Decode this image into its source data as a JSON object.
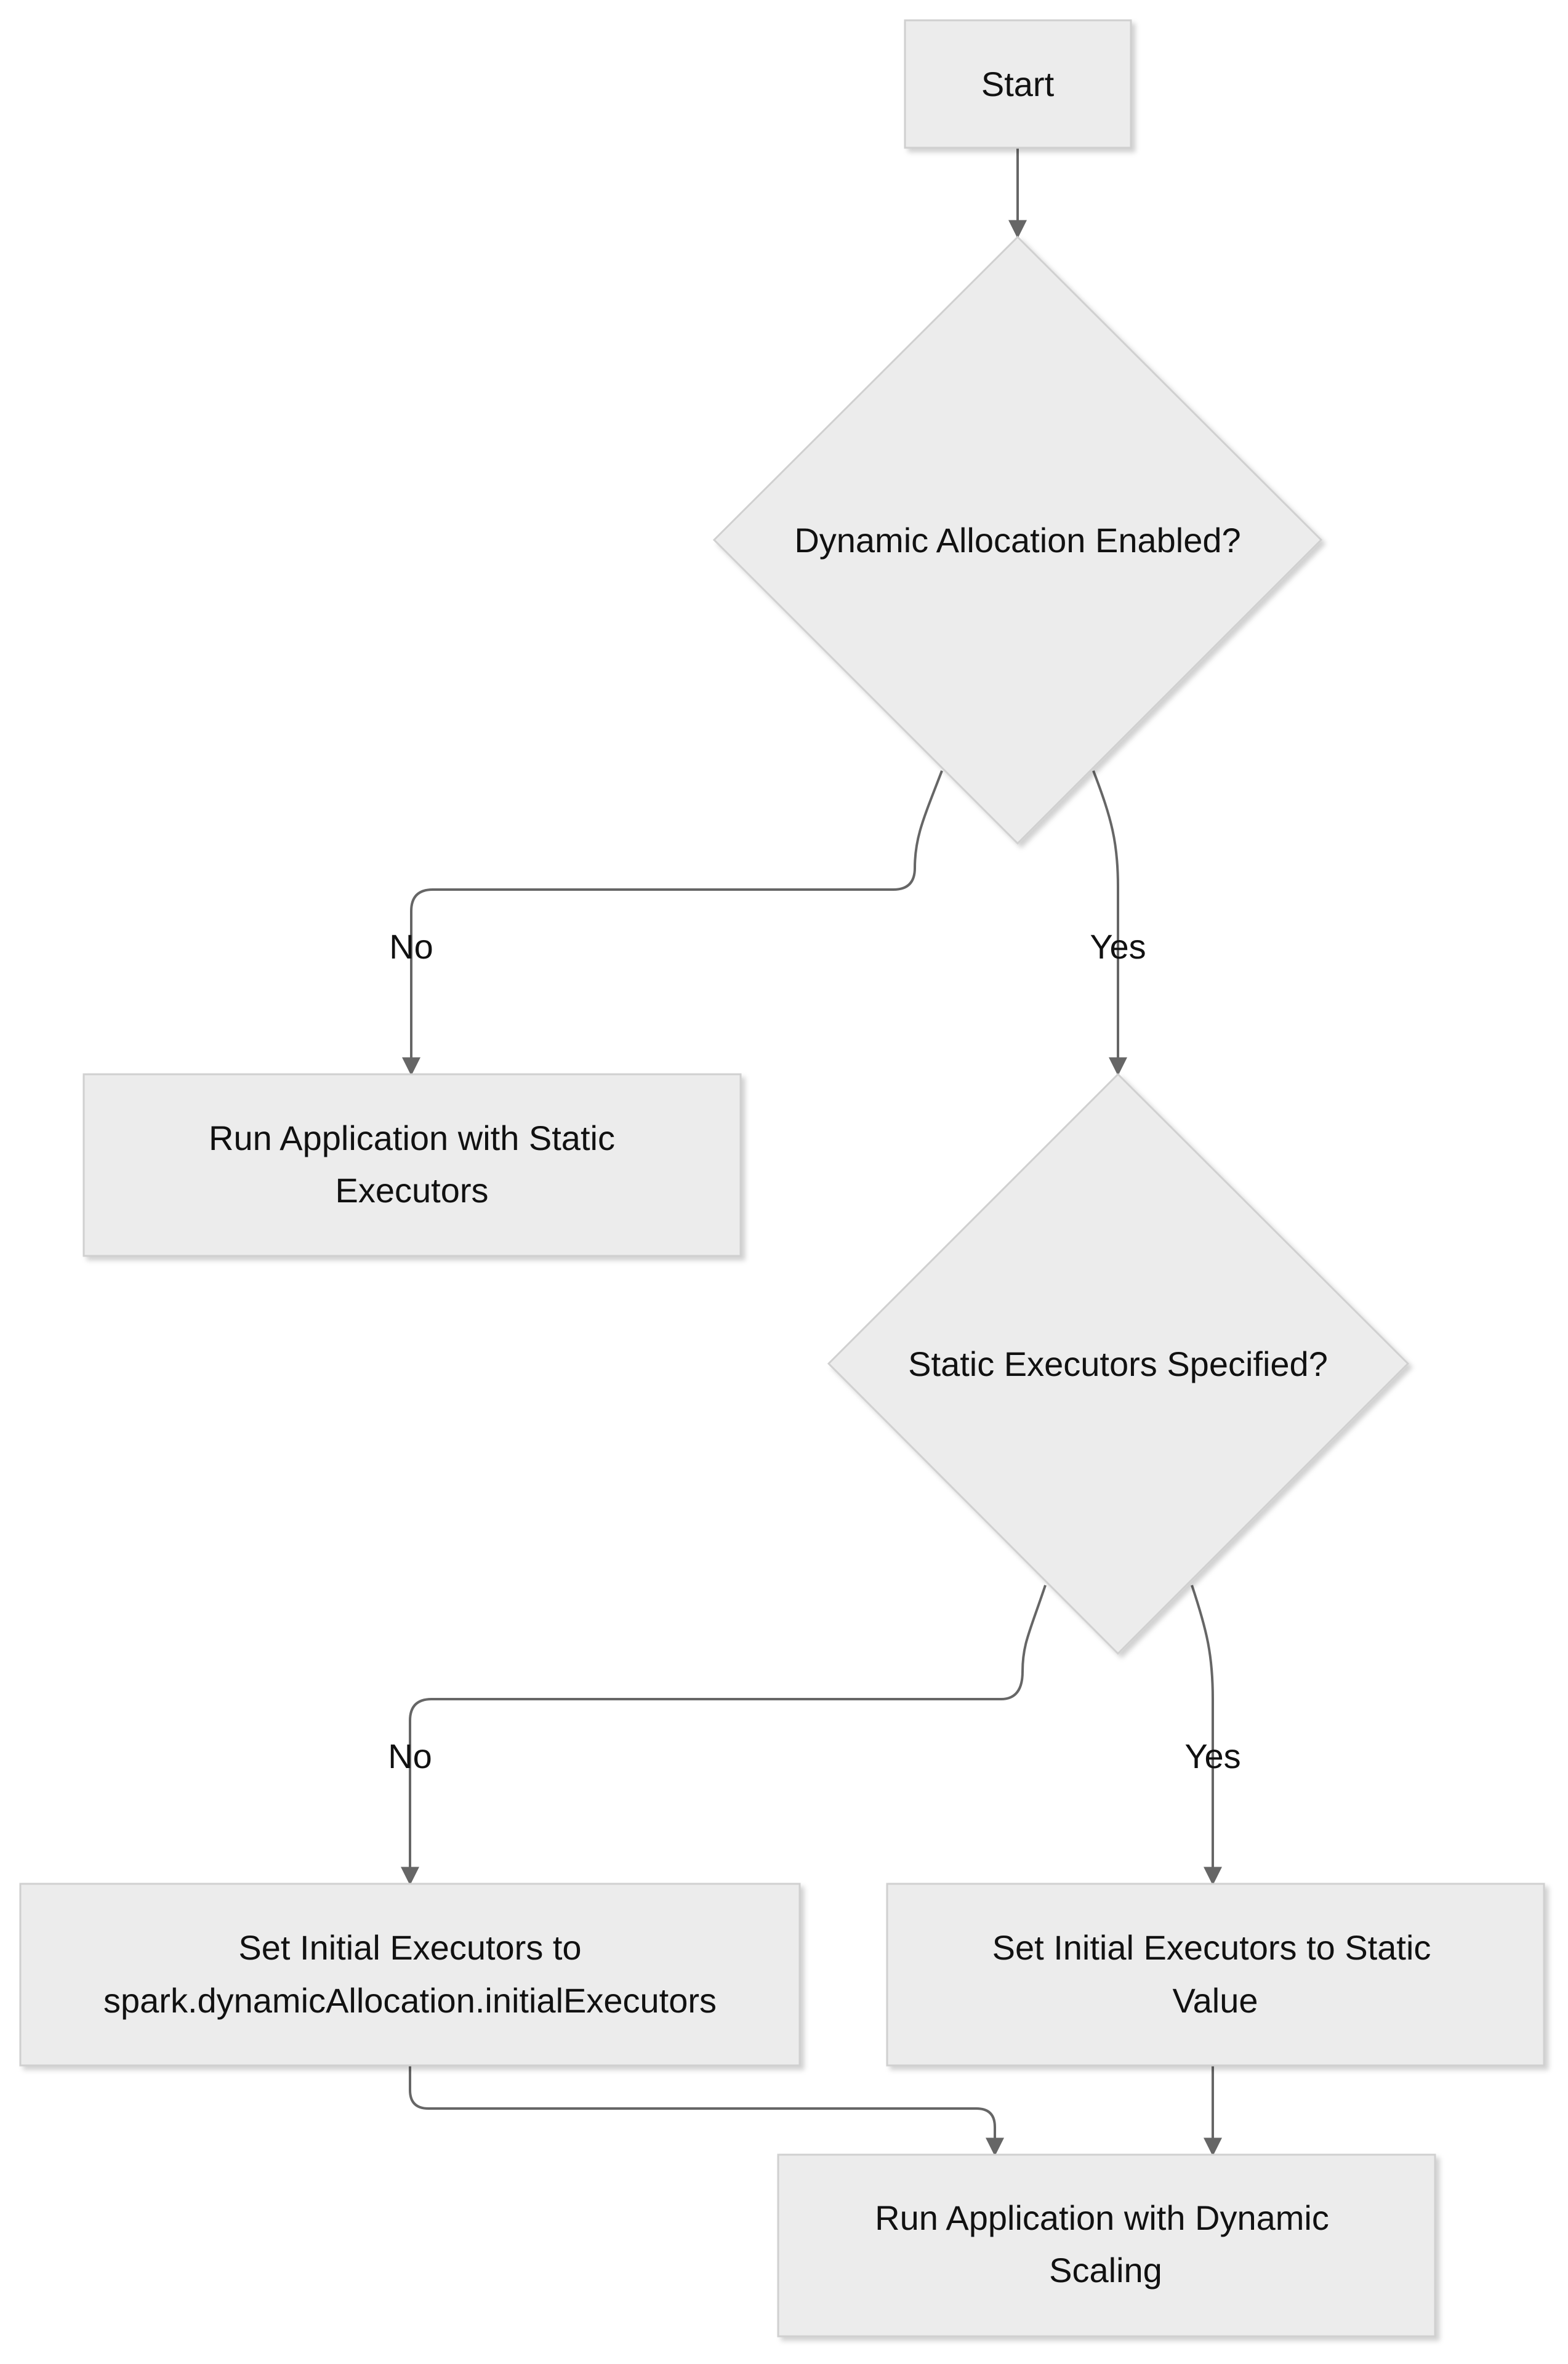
{
  "diagram": {
    "nodes": {
      "start": {
        "label": "Start"
      },
      "dynamic_allocation_decision": {
        "label": "Dynamic Allocation Enabled?"
      },
      "run_static": {
        "line1": "Run Application with Static",
        "line2": "Executors"
      },
      "static_executors_decision": {
        "label": "Static Executors Specified?"
      },
      "set_initial_config": {
        "line1": "Set Initial Executors to",
        "line2": "spark.dynamicAllocation.initialExecutors"
      },
      "set_initial_static": {
        "line1": "Set Initial Executors to Static",
        "line2": "Value"
      },
      "run_dynamic": {
        "line1": "Run Application with Dynamic",
        "line2": "Scaling"
      }
    },
    "edges": {
      "dynamic_no": "No",
      "dynamic_yes": "Yes",
      "static_no": "No",
      "static_yes": "Yes"
    }
  },
  "colors": {
    "node_fill": "#ececec",
    "node_border": "#d0d0d0",
    "edge": "#666666",
    "text": "#111111"
  }
}
